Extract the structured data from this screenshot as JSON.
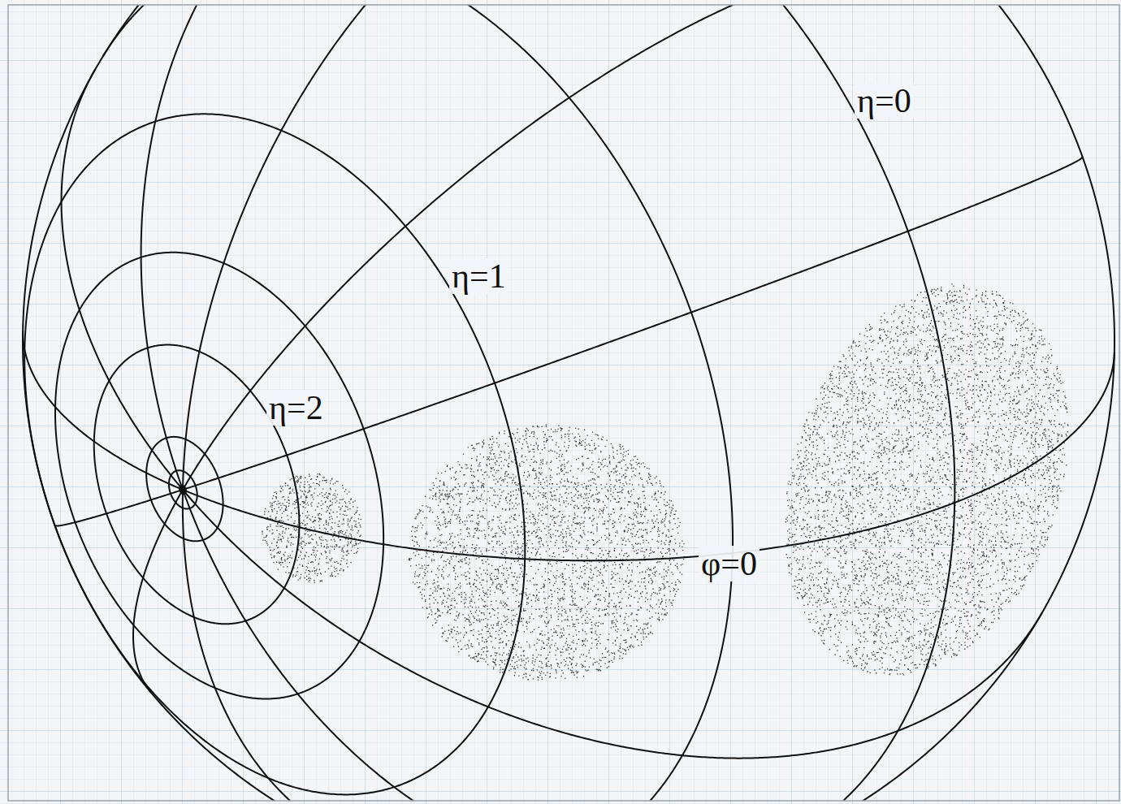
{
  "diagram": {
    "labels": [
      "η=0",
      "η=1",
      "η=2",
      "φ=0"
    ]
  }
}
